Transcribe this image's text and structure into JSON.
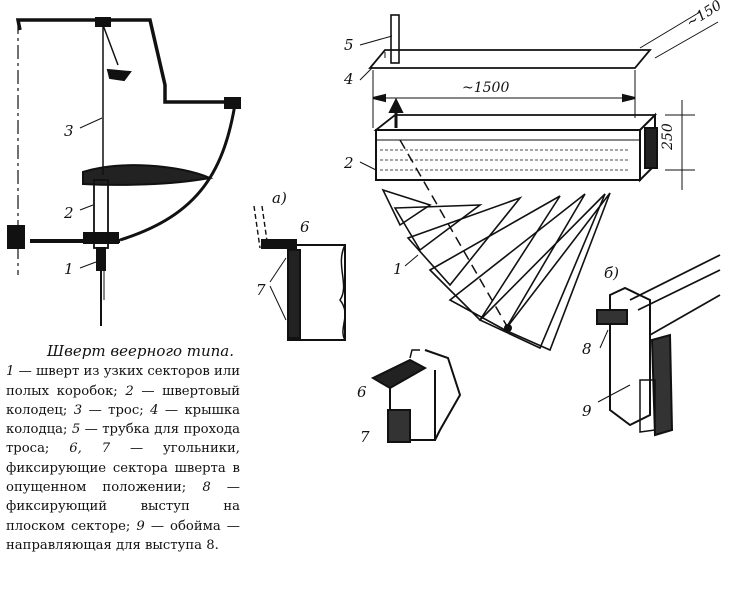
{
  "labels": {
    "n1a": "1",
    "n2a": "2",
    "n3": "3",
    "n1b": "1",
    "n2b": "2",
    "n4": "4",
    "n5": "5",
    "n6a": "6",
    "n7a": "7",
    "n6b": "6",
    "n7b": "7",
    "n8": "8",
    "n9": "9",
    "a": "а)",
    "b": "б)"
  },
  "dimensions": {
    "length": "~1500",
    "width": "~150",
    "height": "250"
  },
  "caption": {
    "title": "Шверт веерного типа.",
    "parts": [
      {
        "num": "1",
        "text": "— шверт из узких секторов или полых коробок;"
      },
      {
        "num": "2",
        "text": "— швертовый колодец;"
      },
      {
        "num": "3",
        "text": "— трос;"
      },
      {
        "num": "4",
        "text": "— крышка колодца;"
      },
      {
        "num": "5",
        "text": "— трубка для прохода троса;"
      },
      {
        "num": "6, 7",
        "text": "— угольники, фиксирующие сектора шверта в опущенном положении;"
      },
      {
        "num": "8",
        "text": "— фиксирующий выступ на плоском секторе;"
      },
      {
        "num": "9",
        "text": "— обойма — направляющая для выступа 8."
      }
    ]
  }
}
